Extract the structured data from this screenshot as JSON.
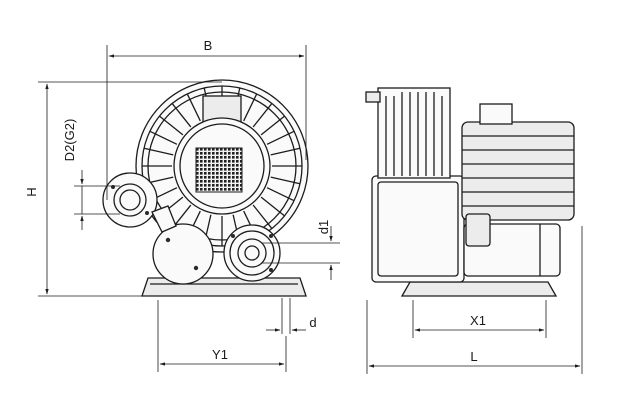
{
  "dimensions": {
    "B": "B",
    "H": "H",
    "D2": "D2(G2)",
    "d1": "d1",
    "d": "d",
    "Y1": "Y1",
    "X1": "X1",
    "L": "L"
  }
}
